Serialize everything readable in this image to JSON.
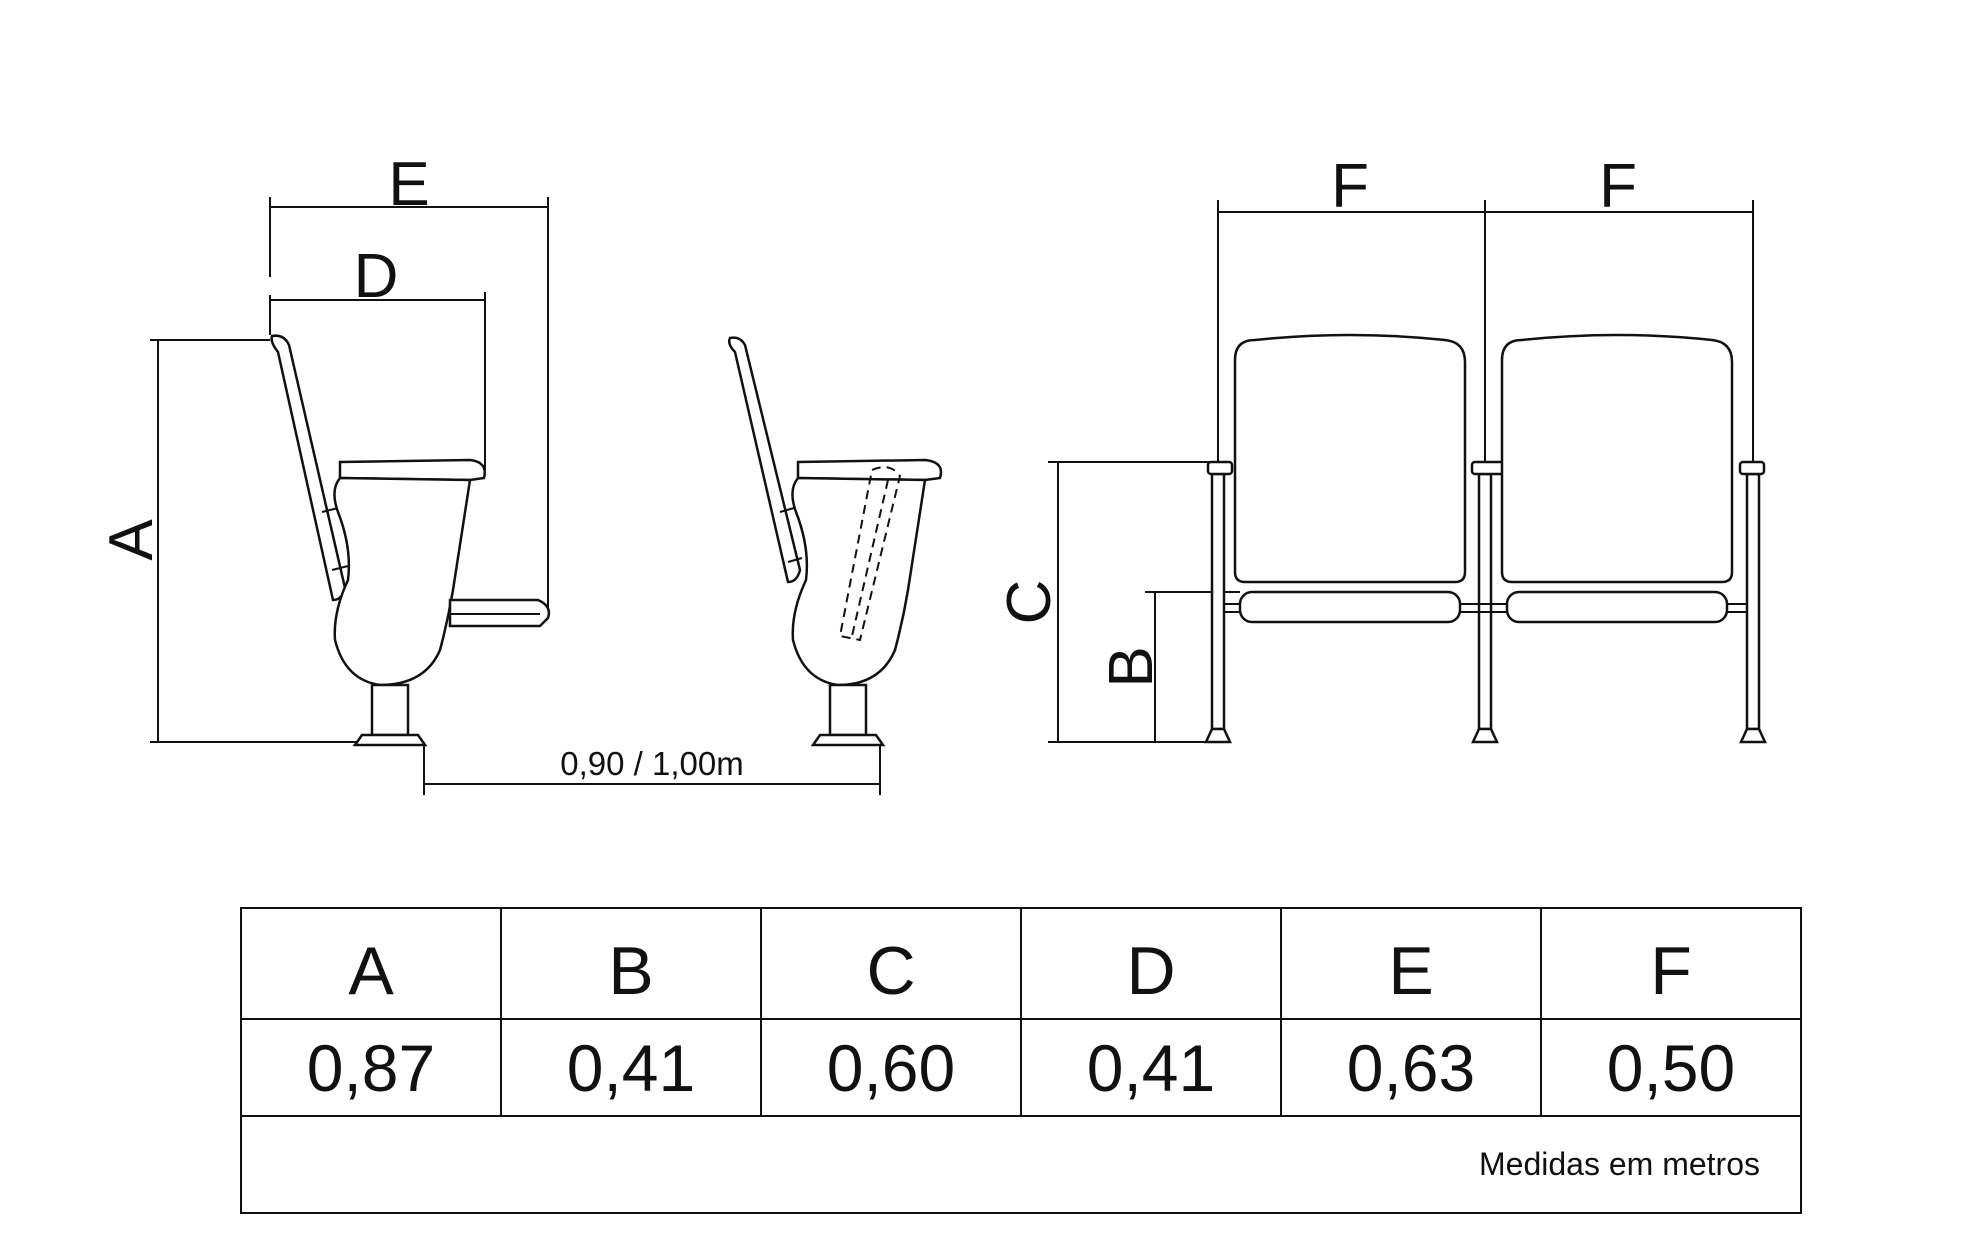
{
  "diagram": {
    "side_view_labels": {
      "a": "A",
      "d": "D",
      "e": "E"
    },
    "spacing_label": "0,90 / 1,00m",
    "front_view_labels": {
      "b": "B",
      "c": "C",
      "f_left": "F",
      "f_right": "F"
    }
  },
  "table": {
    "headers": [
      "A",
      "B",
      "C",
      "D",
      "E",
      "F"
    ],
    "values": [
      "0,87",
      "0,41",
      "0,60",
      "0,41",
      "0,63",
      "0,50"
    ],
    "note": "Medidas em metros"
  }
}
